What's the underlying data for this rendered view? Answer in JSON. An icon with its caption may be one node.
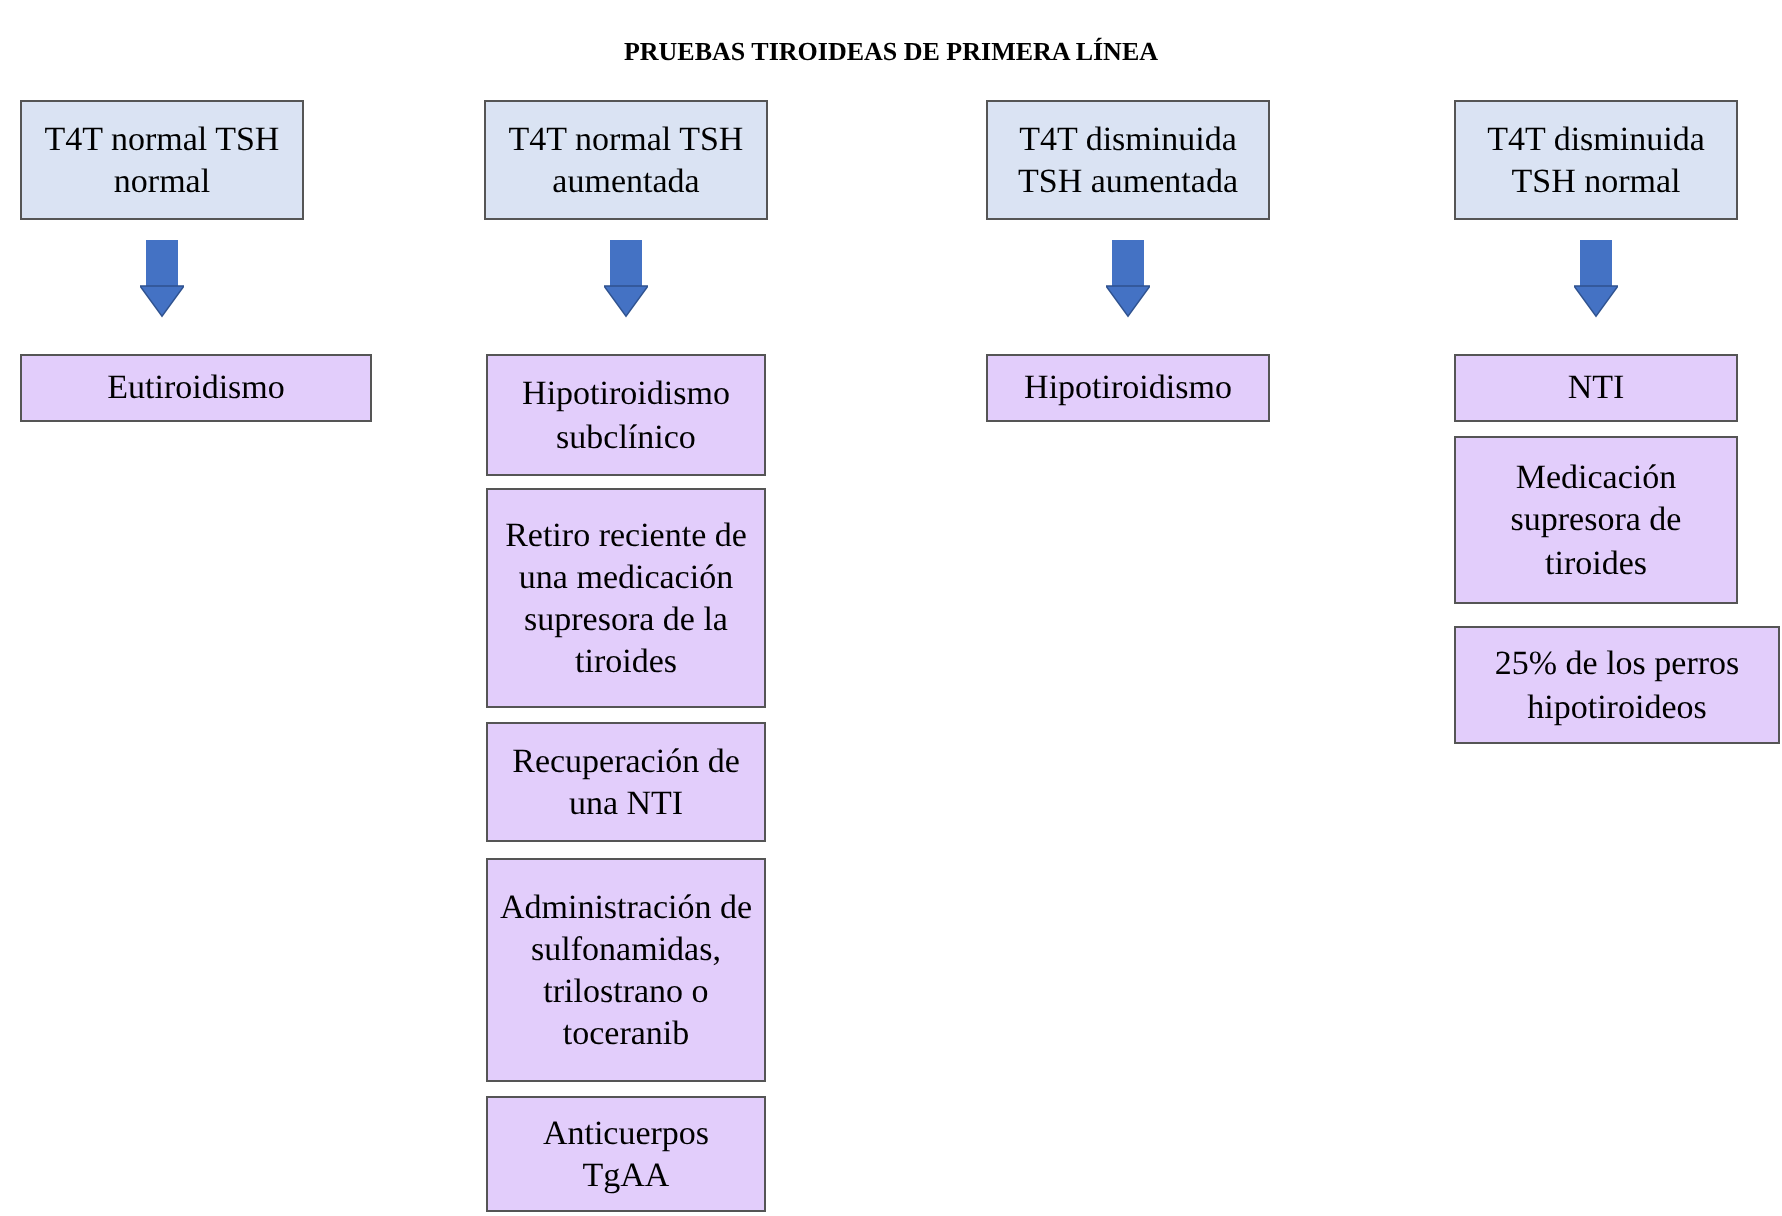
{
  "diagram": {
    "title": "PRUEBAS TIROIDEAS DE PRIMERA LÍNEA",
    "nodes": [
      {
        "text": [
          "T4T normal TSH normal"
        ]
      },
      {
        "text": [
          "T4T normal TSH aumentada"
        ]
      },
      {
        "text": [
          "T4T disminuida TSH aumentada"
        ]
      },
      {
        "text": [
          "T4T disminuida TSH normal"
        ]
      },
      {
        "text": [
          "Eutiroidismo"
        ]
      },
      {
        "text": [
          "Hipotiroidismo subclínico"
        ]
      },
      {
        "text": [
          "Retiro reciente de una medicación supresora de la tiroides"
        ]
      },
      {
        "text": [
          "Recuperación de una NTI"
        ]
      },
      {
        "text": [
          "Administración de sulfonamidas, trilostrano o toceranib"
        ]
      },
      {
        "text": [
          "Anticuerpos TgAA"
        ]
      },
      {
        "text": [
          "Hipotiroidismo"
        ]
      },
      {
        "text": [
          "NTI"
        ]
      },
      {
        "text": [
          "Medicación supresora de tiroides"
        ]
      },
      {
        "text": [
          "25% de los perros hipotiroideos"
        ]
      }
    ],
    "edges": [
      {
        "from": 0,
        "to": 4,
        "arrow": "to"
      },
      {
        "from": 1,
        "to": 5,
        "arrow": "to"
      },
      {
        "from": 2,
        "to": 10,
        "arrow": "to"
      },
      {
        "from": 3,
        "to": 11,
        "arrow": "to"
      }
    ]
  }
}
